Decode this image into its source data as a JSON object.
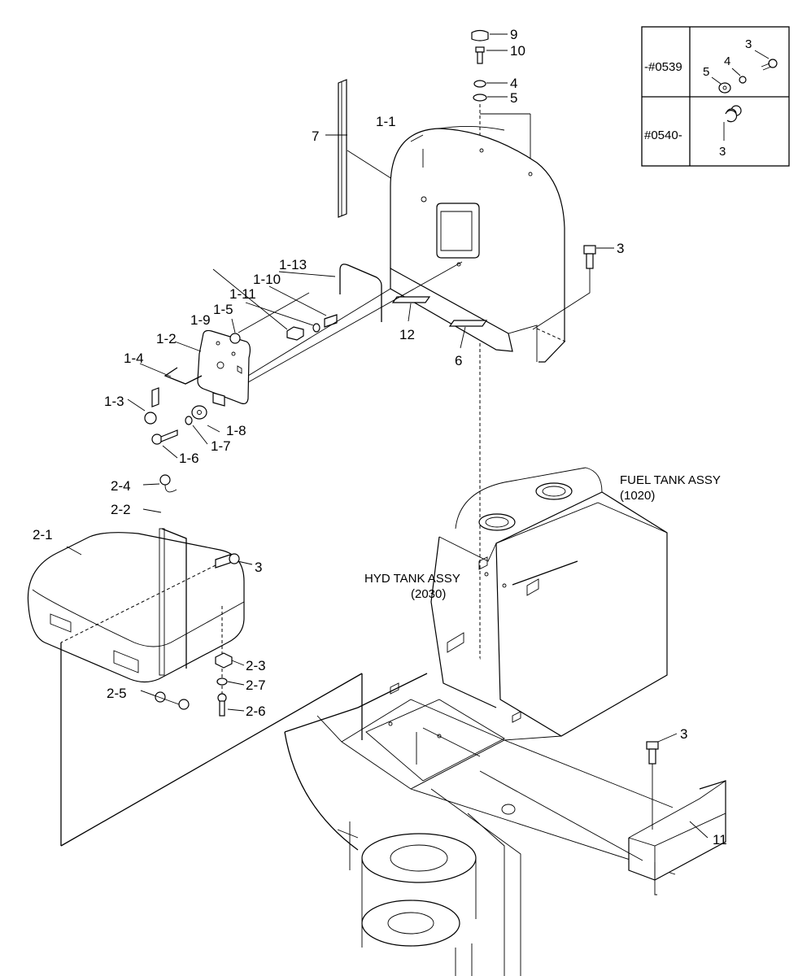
{
  "inset": {
    "row1_serial": "-#0539",
    "row2_serial": "#0540-",
    "row1_parts": [
      "3",
      "4",
      "5"
    ],
    "row2_parts": [
      "3"
    ]
  },
  "callouts": {
    "p9": "9",
    "p10": "10",
    "p4": "4",
    "p5": "5",
    "p1_1": "1-1",
    "p7": "7",
    "p3_top": "3",
    "p1_13": "1-13",
    "p1_10": "1-10",
    "p1_11": "1-11",
    "p1_5": "1-5",
    "p1_9": "1-9",
    "p1_2": "1-2",
    "p1_4": "1-4",
    "p1_3": "1-3",
    "p1_8": "1-8",
    "p1_7": "1-7",
    "p1_6": "1-6",
    "p12": "12",
    "p6": "6",
    "p2_4": "2-4",
    "p2_2": "2-2",
    "p2_1": "2-1",
    "p3_mid": "3",
    "p2_3": "2-3",
    "p2_7": "2-7",
    "p2_5": "2-5",
    "p2_6": "2-6",
    "p3_low": "3",
    "p11": "11"
  },
  "assemblies": {
    "fuel_tank": "FUEL TANK ASSY",
    "fuel_tank_ref": "(1020)",
    "hyd_tank": "HYD TANK ASSY",
    "hyd_tank_ref": "(2030)"
  }
}
